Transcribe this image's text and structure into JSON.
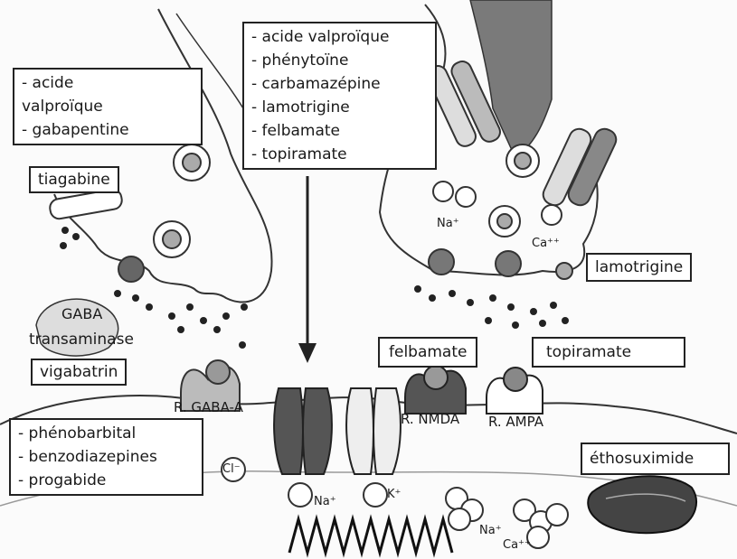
{
  "boxes": {
    "center_top": [
      "- acide valproïque",
      "- phénytoïne",
      "- carbamazépine",
      "- lamotrigine",
      "- felbamate",
      "- topiramate"
    ],
    "top_left": [
      "- acide",
      "valproïque",
      "- gabapentine"
    ],
    "tiagabine": "tiagabine",
    "vigabatrin": "vigabatrin",
    "bottom_left": [
      "- phénobarbital",
      "- benzodiazepines",
      "- progabide"
    ],
    "lamotrigine": "lamotrigine",
    "felbamate": "felbamate",
    "topiramate": "topiramate",
    "ethosuximide": "éthosuximide"
  },
  "labels": {
    "gaba": "GABA",
    "transaminase": "transaminase",
    "gaba_receptor": "R. GABA-A",
    "nmda_receptor": "R. NMDA",
    "ampa_receptor": "R. AMPA"
  },
  "ions": {
    "na_synapse": "Na⁺",
    "ca_synapse": "Ca⁺⁺",
    "cl": "Cl⁻",
    "na_channel": "Na⁺",
    "k_channel": "K⁺",
    "na_free": "Na⁺",
    "ca_free": "Ca⁺⁺"
  },
  "colors": {
    "ink": "#1a1a1a",
    "shade": "#8a8a8a",
    "dark": "#3a3a3a"
  }
}
